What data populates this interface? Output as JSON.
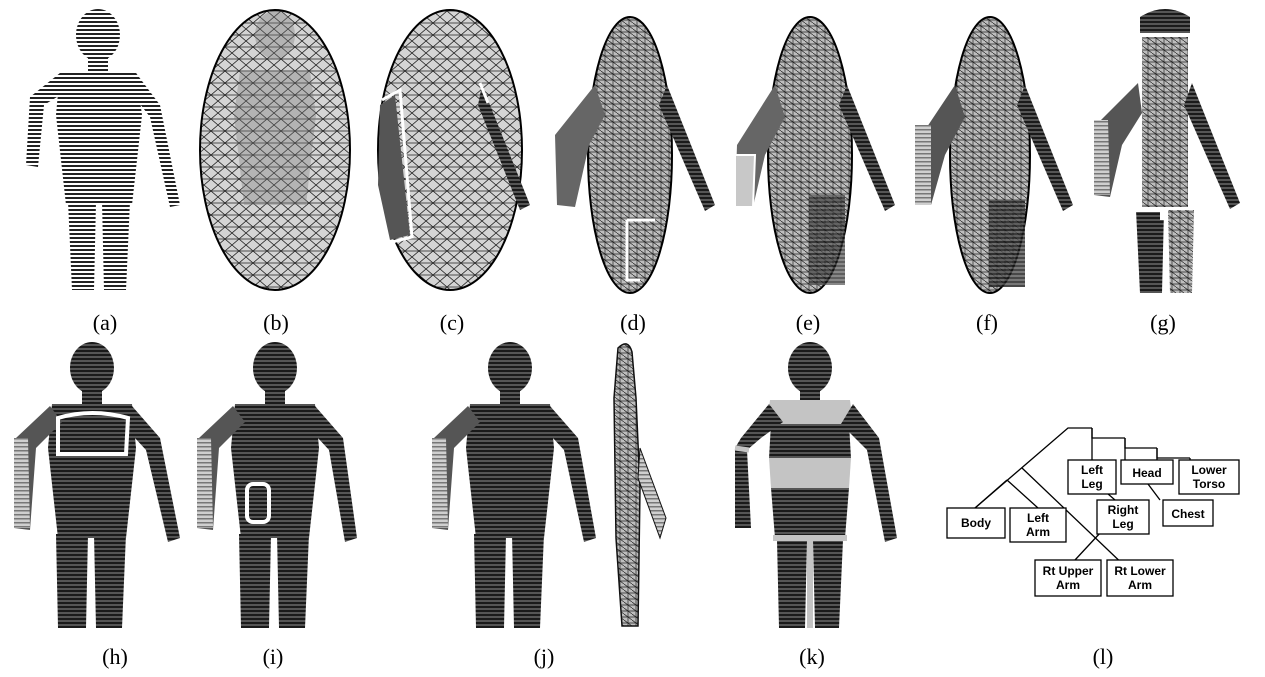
{
  "figure": {
    "captions": [
      "(a)",
      "(b)",
      "(c)",
      "(d)",
      "(e)",
      "(f)",
      "(g)",
      "(h)",
      "(i)",
      "(j)",
      "(k)",
      "(l)"
    ],
    "tree_nodes": [
      {
        "id": "body",
        "lines": [
          "Body"
        ]
      },
      {
        "id": "left-arm",
        "lines": [
          "Left",
          "Arm"
        ]
      },
      {
        "id": "rt-upper-arm",
        "lines": [
          "Rt Upper",
          "Arm"
        ]
      },
      {
        "id": "rt-lower-arm",
        "lines": [
          "Rt Lower",
          "Arm"
        ]
      },
      {
        "id": "left-leg",
        "lines": [
          "Left",
          "Leg"
        ]
      },
      {
        "id": "right-leg",
        "lines": [
          "Right",
          "Leg"
        ]
      },
      {
        "id": "head",
        "lines": [
          "Head"
        ]
      },
      {
        "id": "chest",
        "lines": [
          "Chest"
        ]
      },
      {
        "id": "lower-torso",
        "lines": [
          "Lower",
          "Torso"
        ]
      }
    ]
  }
}
